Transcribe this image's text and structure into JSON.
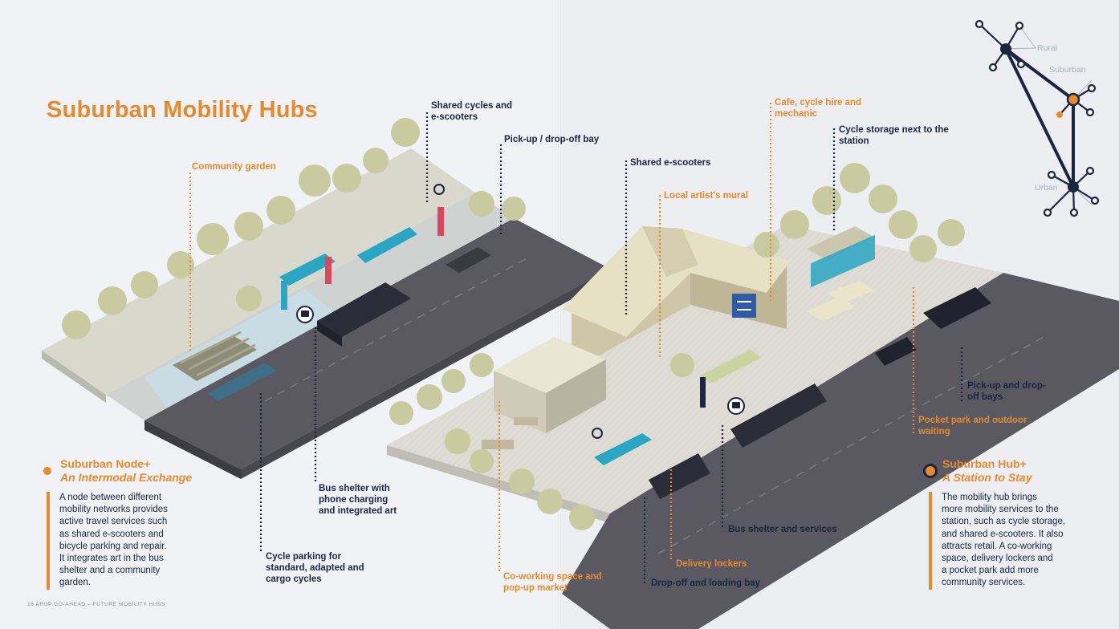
{
  "page": {
    "title": "Suburban Mobility Hubs",
    "footer": "16    ARUP GO-AHEAD – FUTURE MOBILITY HUBS"
  },
  "network": {
    "labels": [
      "Rural",
      "Suburban",
      "Urban"
    ]
  },
  "callouts": {
    "community_garden": "Community garden",
    "shared_cycles": "Shared cycles and\ne-scooters",
    "pickup_dropoff_bay": "Pick-up / drop-off bay",
    "shared_escooters": "Shared e-scooters",
    "local_mural": "Local artist's mural",
    "cafe": "Cafe, cycle hire and\nmechanic",
    "cycle_storage": "Cycle storage next to the\nstation",
    "bus_shelter_art": "Bus shelter with\nphone charging\nand integrated art",
    "cycle_parking": "Cycle parking for\nstandard, adapted and\ncargo cycles",
    "coworking": "Co-working space and\npop-up market",
    "delivery_lockers": "Delivery lockers",
    "dropoff_loading": "Drop-off and loading bay",
    "bus_shelter_services": "Bus shelter and services",
    "pocket_park": "Pocket park and outdoor\nwaiting",
    "pickup_bays": "Pick-up and drop-\noff bays"
  },
  "suburban_node": {
    "title": "Suburban Node+",
    "subtitle": "An Intermodal Exchange",
    "description": "A node between different\nmobility networks provides\nactive travel services such\nas shared e-scooters and\nbicycle parking and repair.\nIt integrates art in the bus\nshelter and a community\ngarden."
  },
  "suburban_hub": {
    "title": "Suburban Hub+",
    "subtitle": "A Station to Stay",
    "description": "The mobility hub brings\nmore mobility services to the\nstation, such as cycle storage,\nand shared e-scooters. It also\nattracts retail. A co-working\nspace, delivery lockers and\na pocket park add more\ncommunity services."
  },
  "colors": {
    "accent_orange": "#e58a2e",
    "navy": "#1c2540",
    "road": "#58565c",
    "plaza": "#dcdcd6",
    "tree": "#c8c99d",
    "cyan": "#2aa6c4",
    "pink": "#d9485f"
  }
}
